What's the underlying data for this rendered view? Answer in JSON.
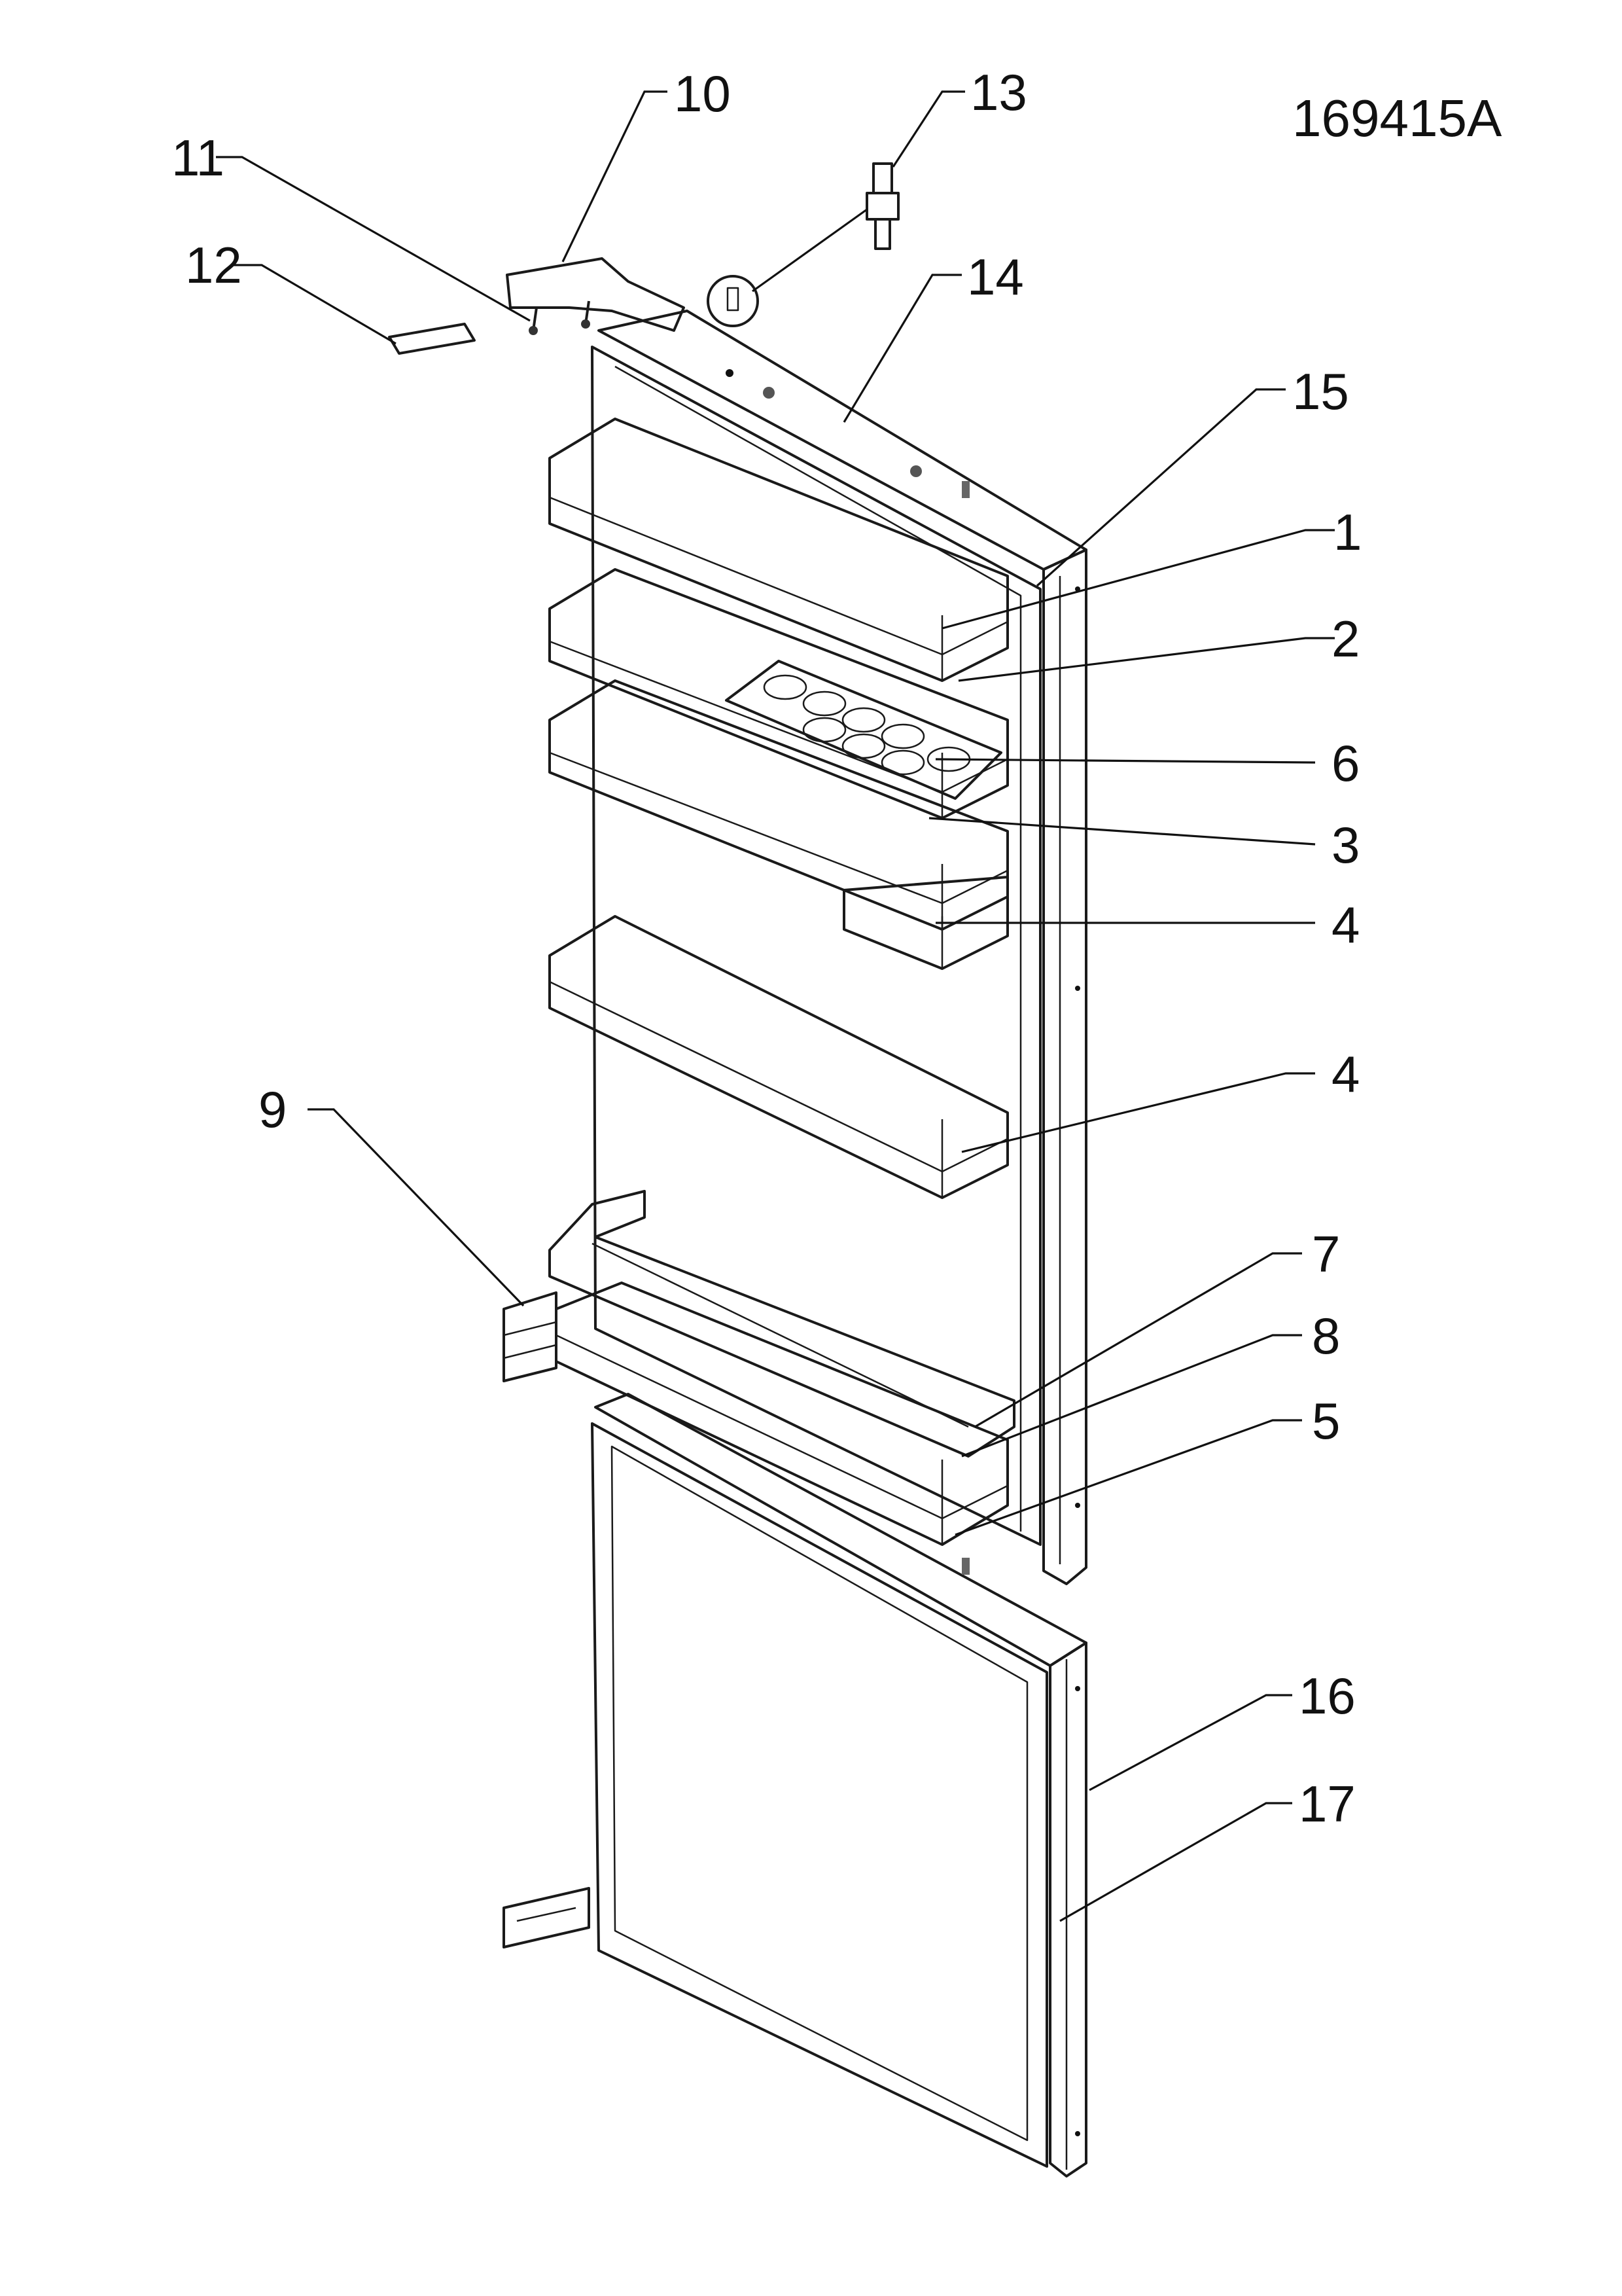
{
  "diagram": {
    "reference_code": "169415A",
    "callouts": [
      {
        "id": "callout-1",
        "label": "1"
      },
      {
        "id": "callout-2",
        "label": "2"
      },
      {
        "id": "callout-3",
        "label": "3"
      },
      {
        "id": "callout-4a",
        "label": "4"
      },
      {
        "id": "callout-4b",
        "label": "4"
      },
      {
        "id": "callout-5",
        "label": "5"
      },
      {
        "id": "callout-6",
        "label": "6"
      },
      {
        "id": "callout-7",
        "label": "7"
      },
      {
        "id": "callout-8",
        "label": "8"
      },
      {
        "id": "callout-9",
        "label": "9"
      },
      {
        "id": "callout-10",
        "label": "10"
      },
      {
        "id": "callout-11",
        "label": "11"
      },
      {
        "id": "callout-12",
        "label": "12"
      },
      {
        "id": "callout-13",
        "label": "13"
      },
      {
        "id": "callout-14",
        "label": "14"
      },
      {
        "id": "callout-15",
        "label": "15"
      },
      {
        "id": "callout-16",
        "label": "16"
      },
      {
        "id": "callout-17",
        "label": "17"
      }
    ]
  }
}
